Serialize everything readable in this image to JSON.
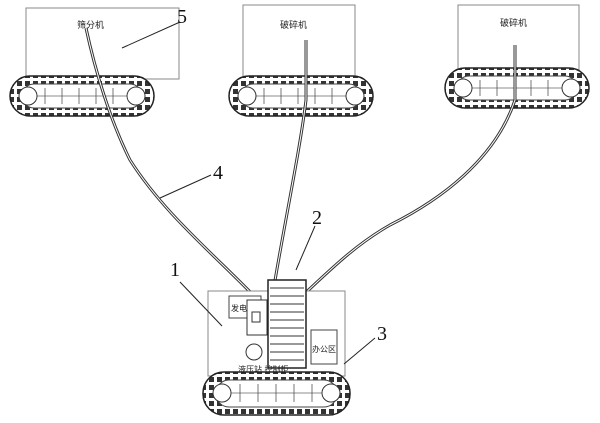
{
  "machines": {
    "left_label": "筛分机",
    "middle_label": "破碎机",
    "right_label": "破碎机"
  },
  "base": {
    "power_label": "发电机",
    "office_label": "办公区",
    "bottom_label": "液压站 控制柜"
  },
  "callouts": {
    "n1": "1",
    "n2": "2",
    "n3": "3",
    "n4": "4",
    "n5": "5"
  }
}
